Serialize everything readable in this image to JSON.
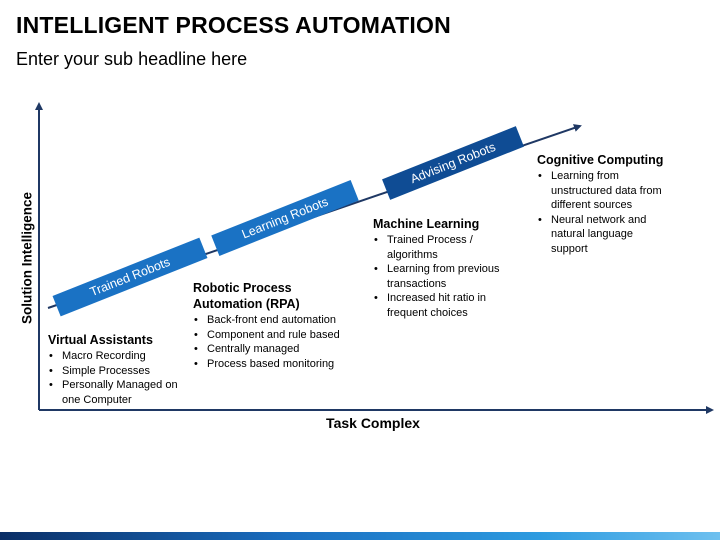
{
  "header": {
    "title": "INTELLIGENT PROCESS AUTOMATION",
    "subtitle": "Enter your sub headline here"
  },
  "axes": {
    "y_label": "Solution Intelligence",
    "x_label": "Task Complex"
  },
  "bands": [
    {
      "label": "Trained Robots",
      "color": "#1a72c4"
    },
    {
      "label": "Learning Robots",
      "color": "#1a72c4"
    },
    {
      "label": "Advising Robots",
      "color": "#0f4c94"
    }
  ],
  "blocks": [
    {
      "heading": "Virtual Assistants",
      "items": [
        "Macro Recording",
        "Simple Processes",
        "Personally Managed on one Computer"
      ]
    },
    {
      "heading": "Robotic Process Automation (RPA)",
      "items": [
        "Back-front end automation",
        "Component and rule based",
        "Centrally managed",
        "Process based monitoring"
      ]
    },
    {
      "heading": "Machine Learning",
      "items": [
        "Trained Process / algorithms",
        "Learning from previous transactions",
        "Increased hit ratio in frequent choices"
      ]
    },
    {
      "heading": "Cognitive Computing",
      "items": [
        "Learning from unstructured data from different sources",
        "Neural network and natural language support"
      ]
    }
  ],
  "colors": {
    "band": "#1a72c4",
    "band_dark": "#0f4c94",
    "axis": "#1f3864"
  }
}
